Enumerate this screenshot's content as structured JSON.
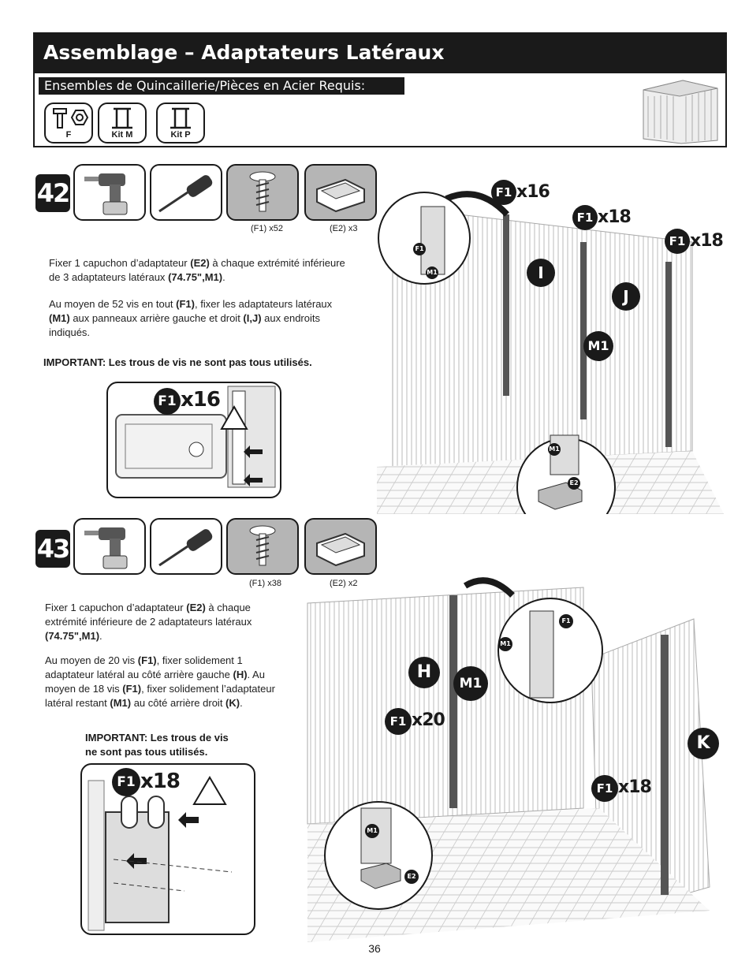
{
  "header": {
    "title": "Assemblage – Adaptateurs Latéraux",
    "subtitle": "Ensembles de Quincaillerie/Pièces en Acier Requis:",
    "kits": [
      {
        "label": "F",
        "icon": "bolt-nut-icon"
      },
      {
        "label": "Kit M",
        "icon": "steel-bracket-icon"
      },
      {
        "label": "Kit P",
        "icon": "steel-bracket-icon"
      }
    ]
  },
  "step42": {
    "number": "42",
    "tools": [
      "drill-icon",
      "screwdriver-icon",
      "screw-icon",
      "cap-icon"
    ],
    "screw_qty": "(F1) x52",
    "cap_qty": "(E2) x3",
    "para1_pre": "Fixer 1 capuchon d’adaptateur ",
    "para1_b1": "(E2)",
    "para1_mid": " à chaque extrémité inférieure de 3 adaptateurs latéraux ",
    "para1_b2": "(74.75\",M1)",
    "para1_post": ".",
    "para2_pre": "Au moyen de 52 vis en tout ",
    "para2_b1": "(F1)",
    "para2_mid": ", fixer les adaptateurs latéraux ",
    "para2_b2": "(M1)",
    "para2_mid2": " aux panneaux arrière gauche et droit ",
    "para2_b3": "(I,J)",
    "para2_post": " aux endroits indiqués.",
    "important": "IMPORTANT: Les trous de vis ne sont pas tous utilisés.",
    "detail_callout": "x16",
    "detail_pill": "F1",
    "diagram": {
      "callout_a": "x16",
      "callout_b": "x18",
      "callout_c": "x18",
      "pill": "F1",
      "label_i": "I",
      "label_j": "J",
      "label_m1": "M1",
      "mini_f1": "F1",
      "mini_m1": "M1",
      "mini_e2": "E2"
    }
  },
  "step43": {
    "number": "43",
    "tools": [
      "drill-icon",
      "screwdriver-icon",
      "screw-icon",
      "cap-icon"
    ],
    "screw_qty": "(F1) x38",
    "cap_qty": "(E2) x2",
    "para1_pre": "Fixer 1 capuchon d’adaptateur ",
    "para1_b1": "(E2)",
    "para1_mid": " à chaque extrémité inférieure de 2 adaptateurs latéraux ",
    "para1_b2": "(74.75\",M1)",
    "para1_post": ".",
    "para2_pre": "Au moyen de 20 vis ",
    "para2_b1": "(F1)",
    "para2_mid": ", fixer solidement 1 adaptateur latéral au côté arrière gauche ",
    "para2_b2": "(H)",
    "para2_mid2": ". Au moyen de 18 vis ",
    "para2_b3": "(F1)",
    "para2_mid3": ", fixer solidement l’adaptateur latéral restant ",
    "para2_b4": "(M1)",
    "para2_mid4": " au côté arrière droit ",
    "para2_b5": "(K)",
    "para2_post": ".",
    "important": "IMPORTANT: Les trous de vis ne sont pas tous utilisés.",
    "detail_callout": "x18",
    "detail_pill": "F1",
    "diagram": {
      "callout_a": "x20",
      "callout_b": "x18",
      "pill": "F1",
      "label_h": "H",
      "label_k": "K",
      "label_m1": "M1",
      "mini_f1": "F1",
      "mini_m1": "M1",
      "mini_e2": "E2"
    }
  },
  "page_number": "36"
}
